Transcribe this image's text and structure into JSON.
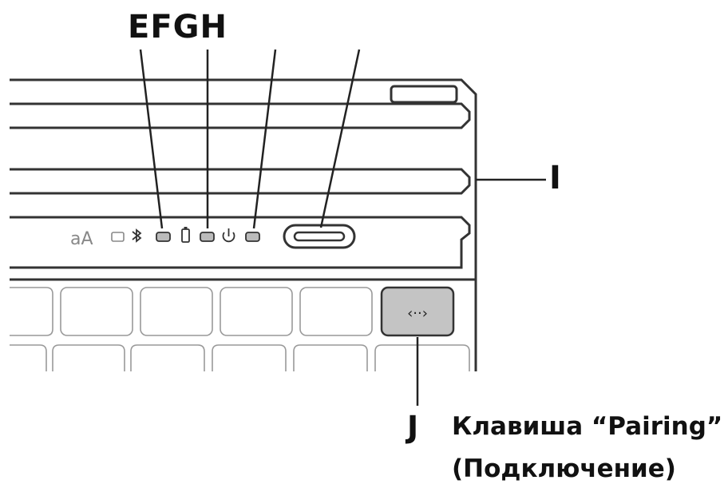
{
  "labels": {
    "efgh": "EFGH",
    "i": "I",
    "j": "J",
    "pairing_line1": "Клавиша “Pairing”",
    "pairing_line2": "(Подключение)"
  },
  "keyboard": {
    "text_size_glyph": "aA",
    "pairing_key_glyph": "‹··›"
  },
  "icons": [
    "text-size-icon",
    "bluetooth-icon",
    "battery-icon",
    "power-icon",
    "pairing-icon"
  ],
  "colors": {
    "line": "#333333",
    "key_outline": "#999999",
    "pairing_key_fill": "#c4c4c4",
    "indicator_glyph": "#888888"
  }
}
